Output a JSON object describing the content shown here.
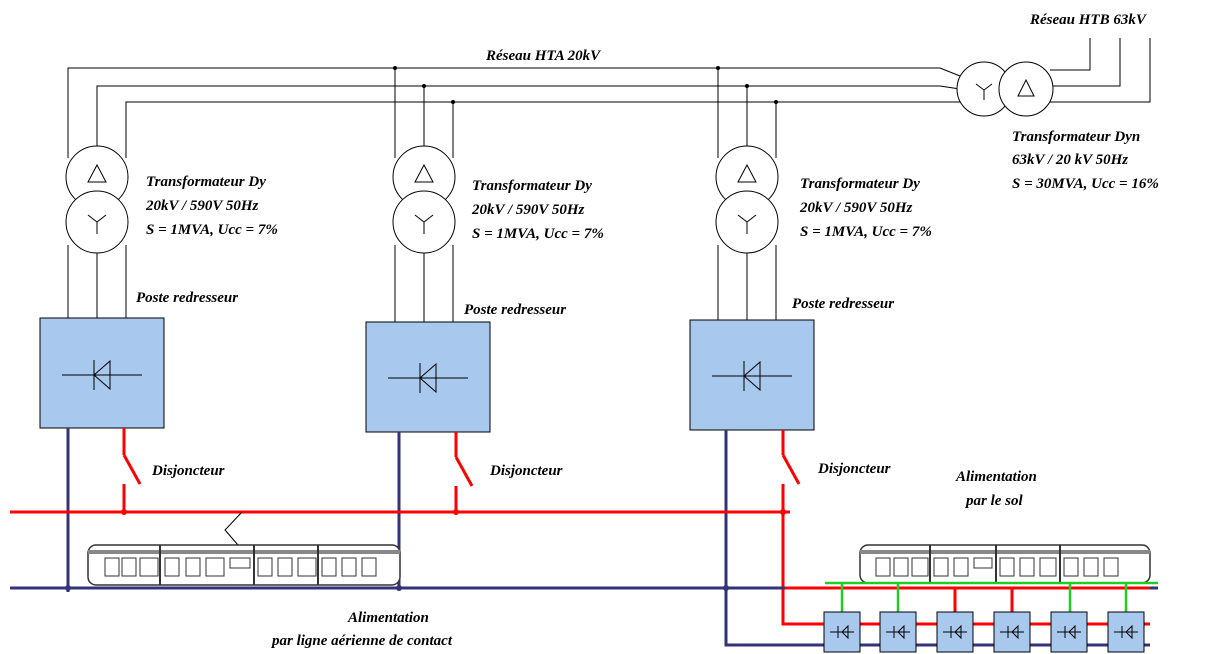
{
  "labels": {
    "htb_network": "Réseau HTB 63kV",
    "hta_network": "Réseau HTA 20kV",
    "main_transformer": [
      "Transformateur Dyn",
      "63kV / 20 kV 50Hz",
      "S = 30MVA, Ucc = 16%"
    ],
    "substation_transformer": [
      "Transformateur Dy",
      "20kV / 590V 50Hz",
      "S = 1MVA, Ucc = 7%"
    ],
    "rectifier_station": "Poste redresseur",
    "breaker": "Disjoncteur",
    "ground_supply": [
      "Alimentation",
      "par le sol"
    ],
    "overhead_supply": [
      "Alimentation",
      "par ligne aérienne de contact"
    ]
  },
  "colors": {
    "positive_feeder": "#ff0000",
    "return_rail": "#333377",
    "ground_segment": "#22cc22",
    "station_fill": "#a9c8ee",
    "wire": "#000000"
  },
  "icons": {
    "rectifier": "diode-icon",
    "delta": "delta-winding-icon",
    "star": "star-winding-icon",
    "tram": "tram-icon"
  }
}
